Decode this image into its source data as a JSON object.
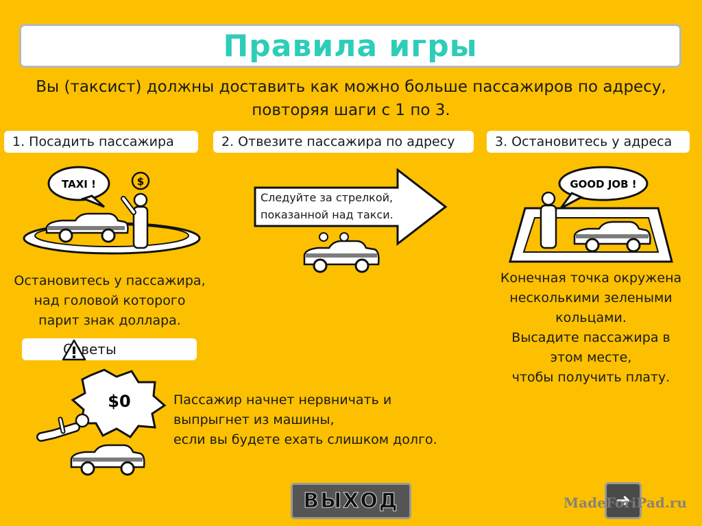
{
  "title": "Правила игры",
  "intro_line1": "Вы (таксист) должны доставить как можно больше пассажиров по адресу,",
  "intro_line2": "повторяя шаги с 1 по 3.",
  "steps": [
    {
      "label": "1. Посадить пассажира",
      "bubble": "TAXI !",
      "caption": [
        "Остановитесь у пассажира,",
        "над головой которого",
        "парит знак доллара."
      ]
    },
    {
      "label": "2. Отвезите пассажира по адресу",
      "arrow_text": [
        "Следуйте за стрелкой,",
        "показанной над такси."
      ]
    },
    {
      "label": "3. Остановитесь у адреса",
      "bubble": "GOOD JOB !",
      "caption": [
        "Конечная точка окружена",
        "несколькими зелеными",
        "кольцами.",
        "Высадите пассажира в",
        "этом месте,",
        "чтобы получить плату."
      ]
    }
  ],
  "tips": {
    "label": "Советы",
    "burst": "$0",
    "text": [
      "Пассажир начнет нервничать и",
      "выпрыгнет из машины,",
      "если вы будете ехать слишком долго."
    ]
  },
  "exit_label": "ВЫХОД",
  "watermark": "MadeForiPad.ru",
  "icons": {
    "warning": "warning-icon",
    "next": "next-arrow-icon",
    "dollar": "dollar-icon"
  },
  "colors": {
    "background": "#FCC000",
    "title": "#2ECDB8"
  }
}
